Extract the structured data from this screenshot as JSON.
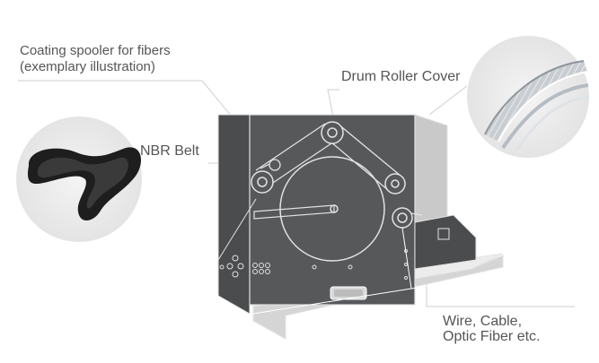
{
  "labels": {
    "spooler": {
      "line1": "Coating spooler for fibers",
      "line2": "(exemplary illustration)"
    },
    "drum_cover": "Drum Roller Cover",
    "belt": "NBR Belt",
    "wire": {
      "line1": "Wire, Cable,",
      "line2": "Optic Fiber etc."
    }
  },
  "colors": {
    "machine_body": "#56585a",
    "machine_dark": "#3f4143",
    "outline": "#e2e2e2",
    "leader_line": "#cfcfcf",
    "text": "#555555",
    "inset_bg": "#ebebeb",
    "belt": "#1e1e1e"
  }
}
